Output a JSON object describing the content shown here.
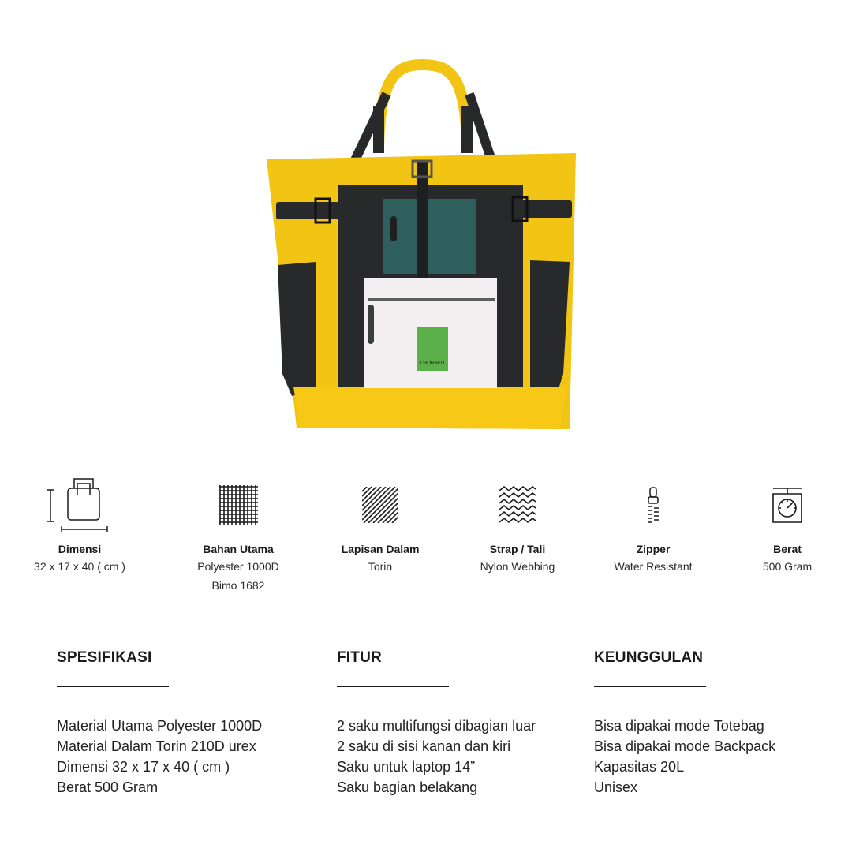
{
  "product": {
    "brand_tag": "CHORNEO",
    "colors": {
      "body": "#f2c413",
      "dark": "#27292b",
      "pocket": "#2f5f5c",
      "front": "#f3eef0",
      "label": "#5cb04a"
    }
  },
  "specs": [
    {
      "icon": "tote-dimension-icon",
      "label": "Dimensi",
      "value": "32 x 17 x 40 ( cm )",
      "value2": ""
    },
    {
      "icon": "grid-weave-icon",
      "label": "Bahan Utama",
      "value": "Polyester 1000D",
      "value2": "Bimo 1682"
    },
    {
      "icon": "diagonal-lines-icon",
      "label": "Lapisan Dalam",
      "value": "Torin",
      "value2": ""
    },
    {
      "icon": "zigzag-icon",
      "label": "Strap / Tali",
      "value": "Nylon Webbing",
      "value2": ""
    },
    {
      "icon": "zipper-icon",
      "label": "Zipper",
      "value": "Water Resistant",
      "value2": ""
    },
    {
      "icon": "scale-icon",
      "label": "Berat",
      "value": "500 Gram",
      "value2": ""
    }
  ],
  "columns": [
    {
      "heading": "SPESIFIKASI",
      "items": [
        "Material Utama Polyester 1000D",
        "Material Dalam Torin 210D urex",
        "Dimensi 32 x 17 x 40 ( cm )",
        "Berat 500 Gram"
      ]
    },
    {
      "heading": "FITUR",
      "items": [
        "2 saku multifungsi dibagian luar",
        "2 saku di sisi kanan dan kiri",
        "Saku untuk laptop 14”",
        "Saku bagian belakang"
      ]
    },
    {
      "heading": "KEUNGGULAN",
      "items": [
        "Bisa dipakai mode Totebag",
        "Bisa dipakai mode Backpack",
        "Kapasitas 20L",
        "Unisex"
      ]
    }
  ]
}
